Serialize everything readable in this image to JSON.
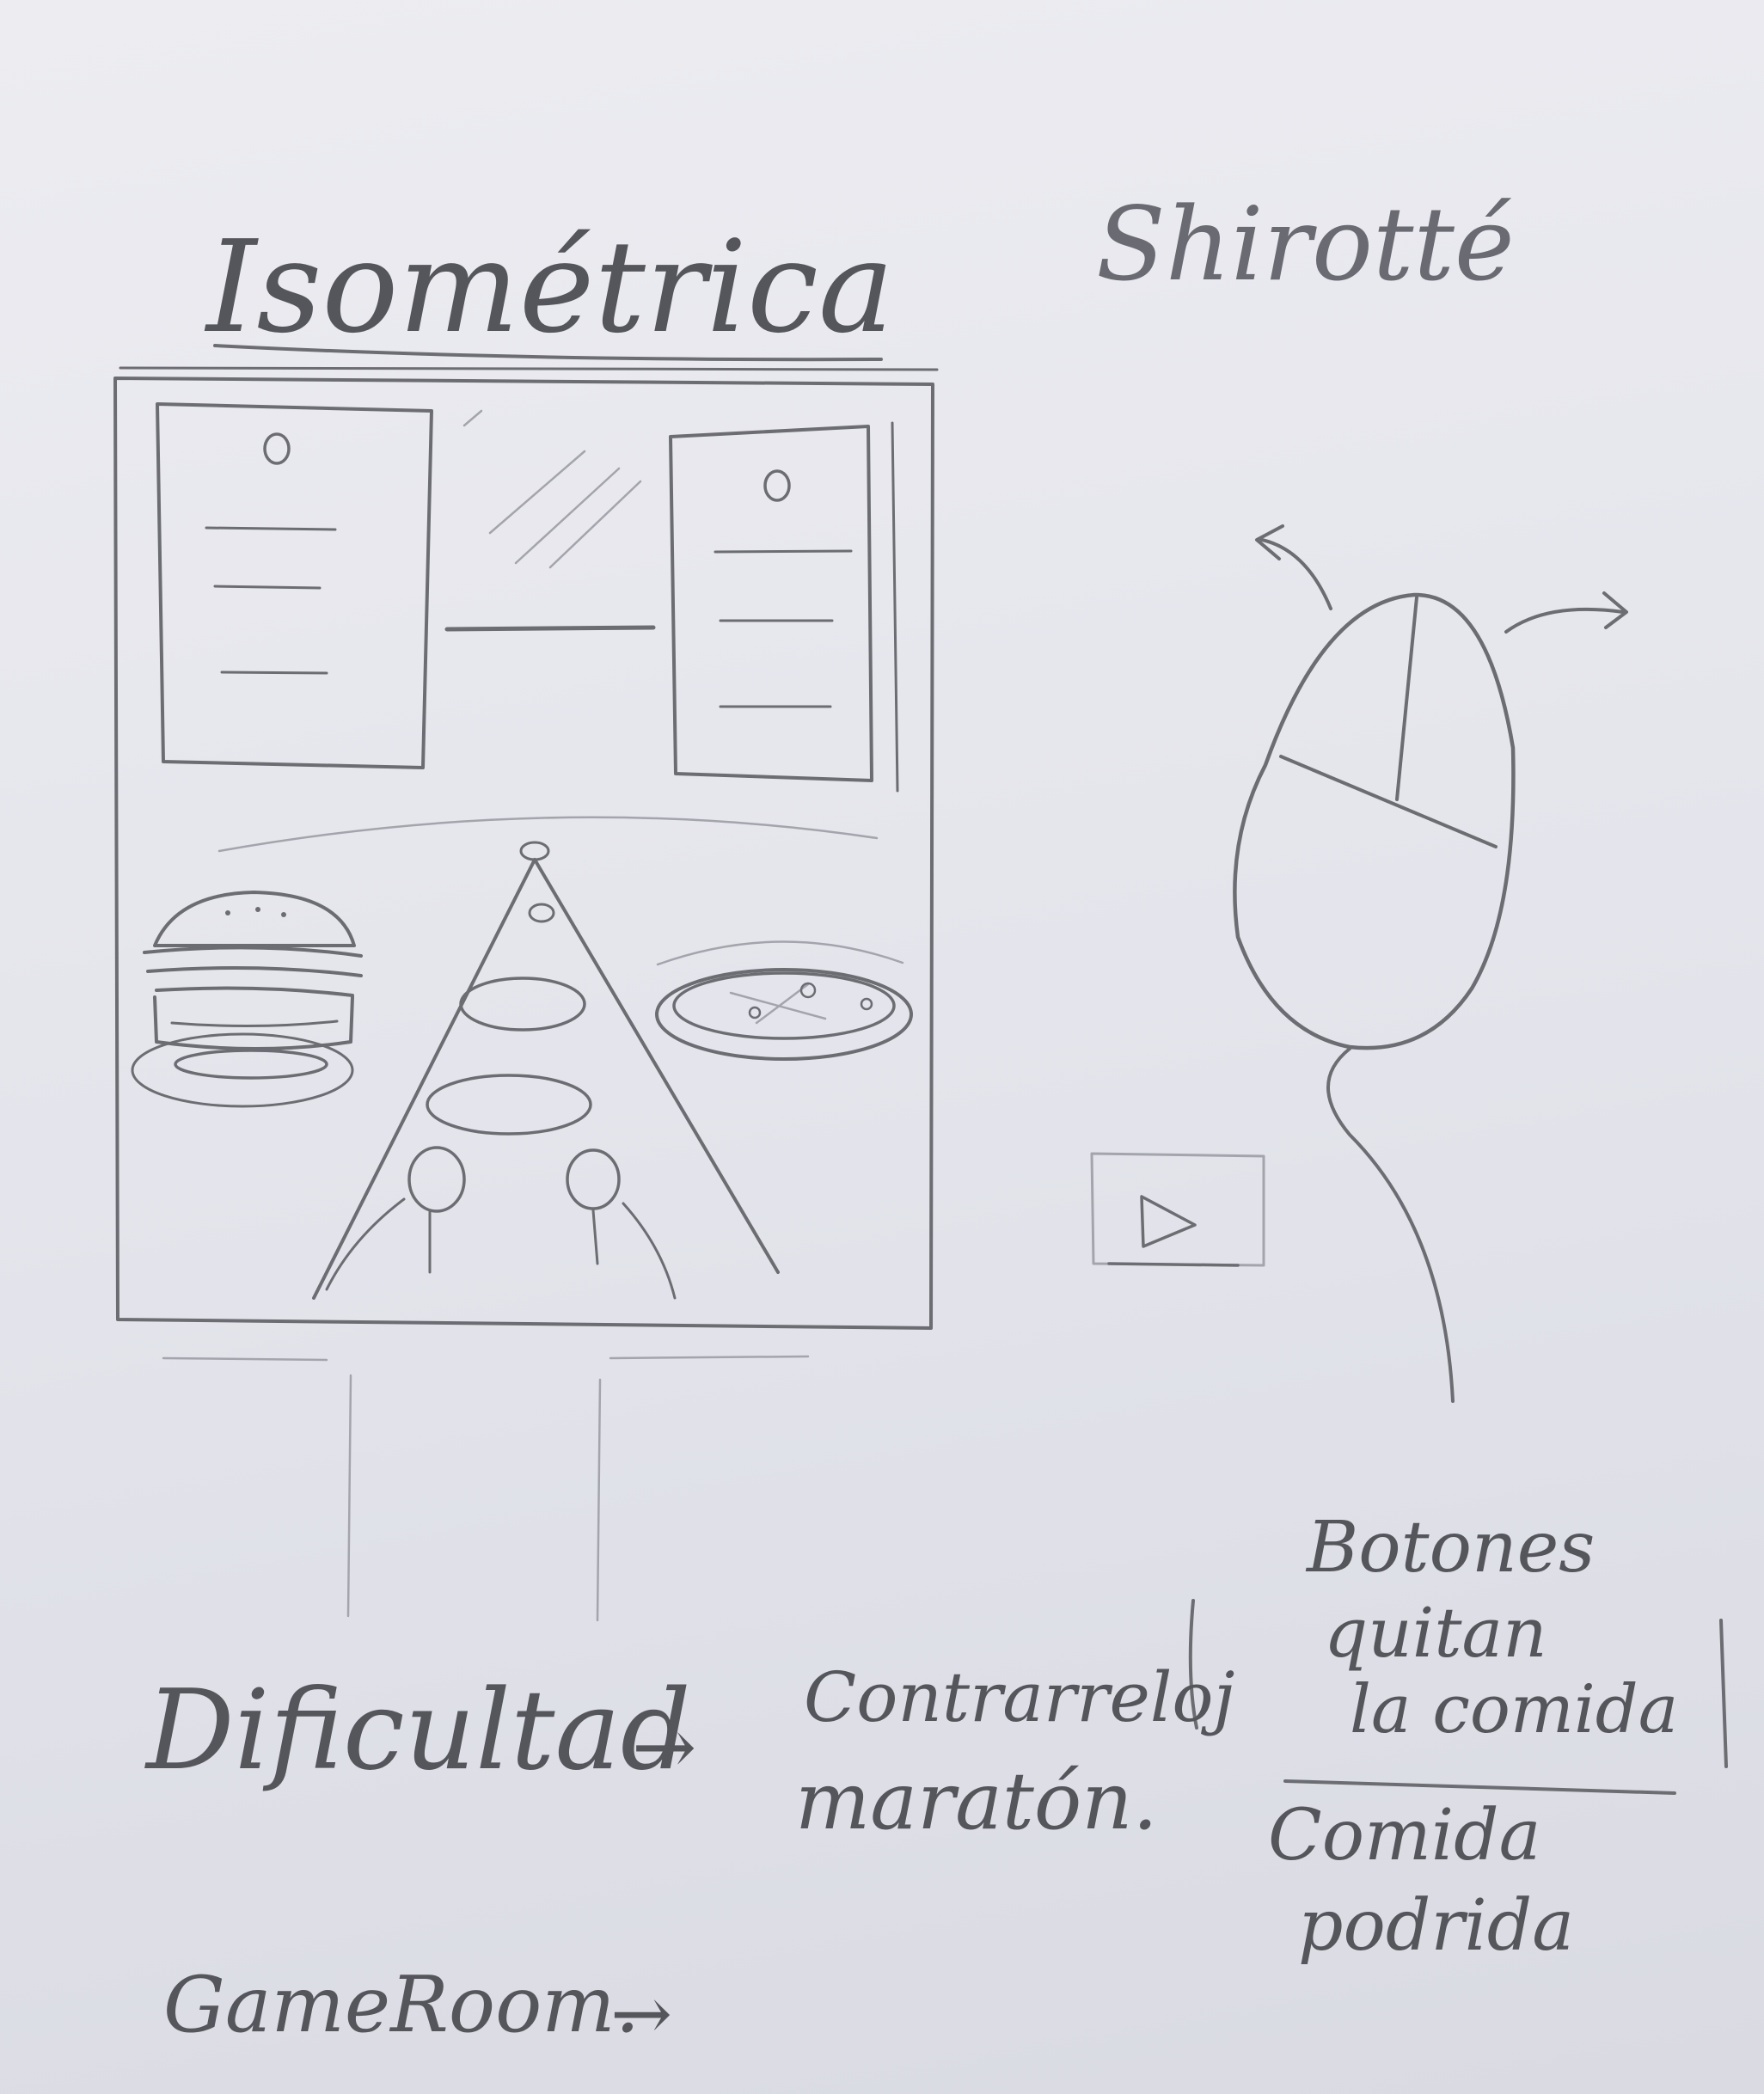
{
  "titles": {
    "left": "Isométrica",
    "right": "Shirotté"
  },
  "notes": {
    "difficulty_label": "Dificultad",
    "difficulty_arrow": "→",
    "difficulty_options": [
      "Contrarreloj",
      "maratón."
    ],
    "gameroom_label": "GameRoom.",
    "gameroom_arrow": "→",
    "buttons_note": [
      "Botones",
      "quitan",
      "la comida"
    ],
    "rotten_note": [
      "Comida",
      "podrida"
    ]
  },
  "colors": {
    "paper": "#e6e7ee",
    "pencil": "#6c6c73",
    "light_pencil": "#a4a4ac"
  }
}
